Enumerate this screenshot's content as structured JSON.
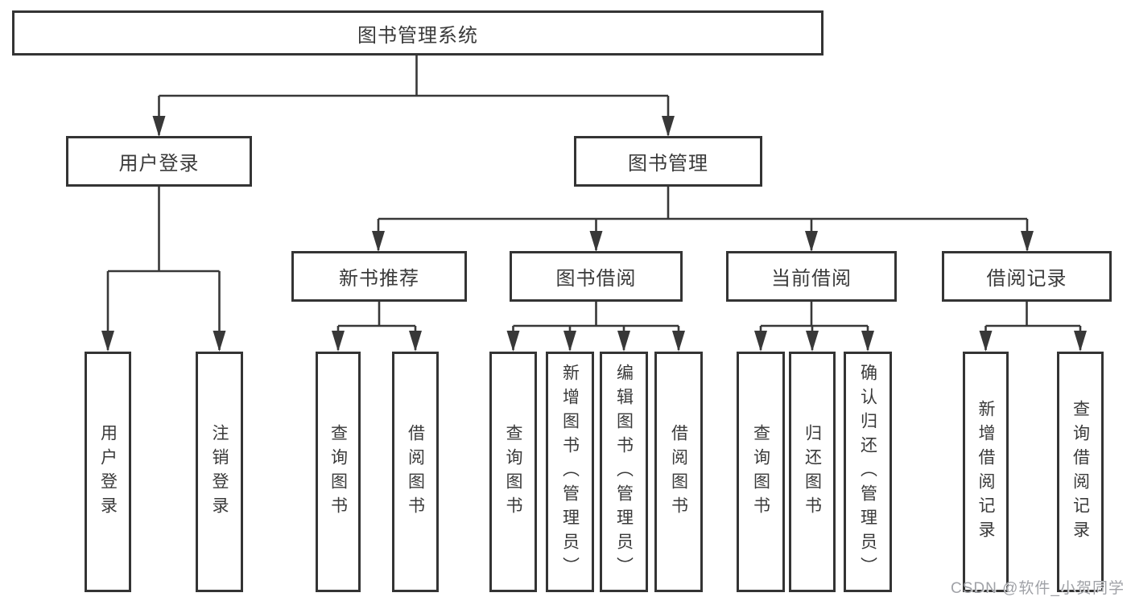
{
  "nodes": {
    "root": "图书管理系统",
    "user_login": "用户登录",
    "book_management": "图书管理",
    "new_book_recommend": "新书推荐",
    "book_borrow": "图书借阅",
    "current_borrow": "当前借阅",
    "borrow_records": "借阅记录",
    "leaf_user_login": "用户登录",
    "leaf_logout": "注销登录",
    "leaf_recommend_query_books": "查询图书",
    "leaf_recommend_borrow_books": "借阅图书",
    "leaf_borrow_query_books": "查询图书",
    "leaf_borrow_add_books": "新增图书（管理员）",
    "leaf_borrow_edit_books": "编辑图书（管理员）",
    "leaf_borrow_borrow_books": "借阅图书",
    "leaf_current_query_books": "查询图书",
    "leaf_current_return_books": "归还图书",
    "leaf_current_confirm_return": "确认归还（管理员）",
    "leaf_records_add_record": "新增借阅记录",
    "leaf_records_query_record": "查询借阅记录"
  },
  "watermark": "CSDN @软件_小贺同学",
  "colors": {
    "line": "#383838",
    "box_border": "#343434",
    "text": "#3a3a3a",
    "watermark": "#a0a2a7",
    "background": "#ffffff"
  }
}
